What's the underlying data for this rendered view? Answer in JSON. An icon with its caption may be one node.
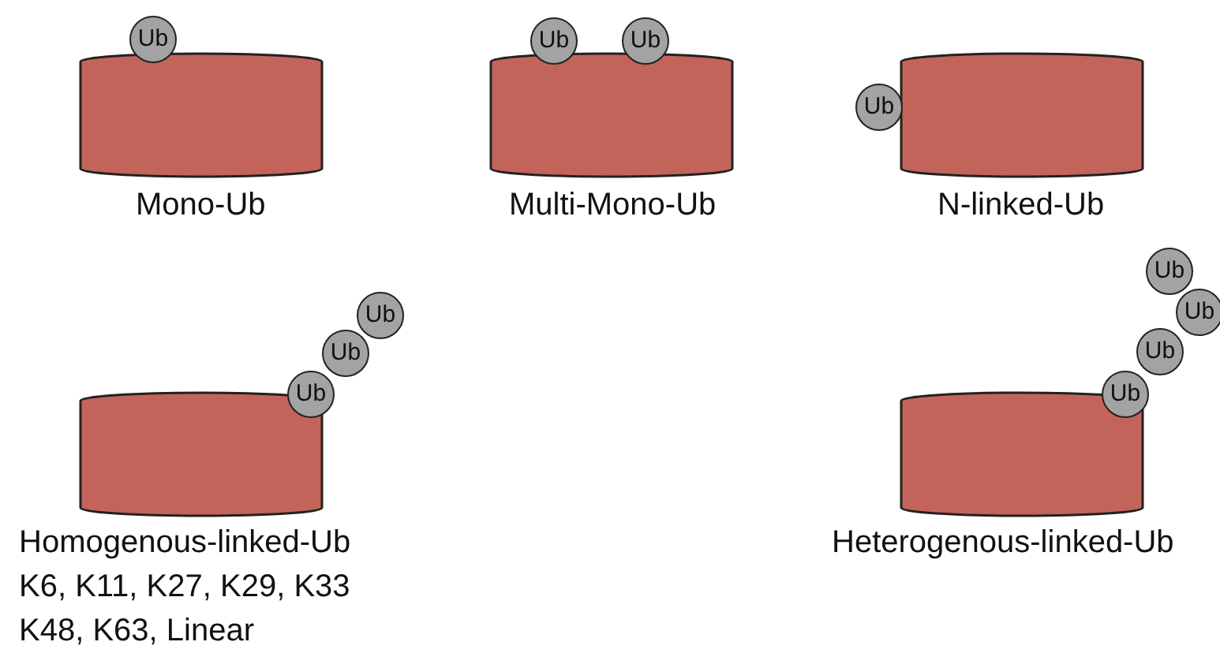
{
  "diagram": {
    "nodes": [
      {
        "text": [],
        "shape": "cylinder",
        "beside": [
          "Mono-Ub"
        ]
      },
      {
        "text": [
          "Ub"
        ]
      },
      {
        "text": [],
        "shape": "cylinder",
        "beside": [
          "Multi-Mono-Ub"
        ]
      },
      {
        "text": [
          "Ub"
        ]
      },
      {
        "text": [
          "Ub"
        ]
      },
      {
        "text": [],
        "shape": "cylinder",
        "beside": [
          "N-linked-Ub"
        ]
      },
      {
        "text": [
          "Ub"
        ]
      },
      {
        "text": [
          "Ub"
        ]
      },
      {
        "text": [
          "Ub"
        ]
      },
      {
        "text": [
          "Ub"
        ]
      },
      {
        "text": [],
        "shape": "cylinder",
        "beside": [
          "Homogenous-linked-Ub",
          "K6, K11, K27, K29, K33 K48, K63, Linear"
        ]
      },
      {
        "text": [
          "Ub"
        ]
      },
      {
        "text": [
          "Ub"
        ]
      },
      {
        "text": [
          "Ub"
        ]
      },
      {
        "text": [
          "Ub"
        ]
      },
      {
        "text": [],
        "shape": "cylinder",
        "beside": [
          "Heterogenous-linked-Ub"
        ]
      }
    ],
    "edges": []
  }
}
